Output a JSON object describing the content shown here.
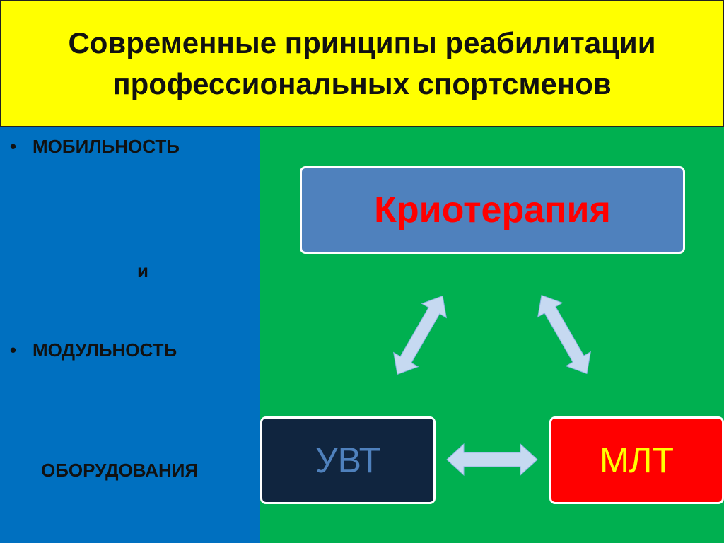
{
  "title": {
    "line1": "Современные принципы реабилитации",
    "line2": "профессиональных спортсменов"
  },
  "left_panel": {
    "bullet1": "МОБИЛЬНОСТЬ",
    "connector": "и",
    "bullet2": "МОДУЛЬНОСТЬ",
    "tail": "ОБОРУДОВАНИЯ",
    "bullet_glyph": "•"
  },
  "diagram": {
    "top_node": "Криотерапия",
    "left_node": "УВТ",
    "right_node": "МЛТ",
    "arrow_icon": "double-headed-arrow"
  },
  "colors": {
    "title_bg": "#ffff00",
    "left_bg": "#0070c0",
    "right_bg": "#00b050",
    "cryo_bg": "#4f81bd",
    "cryo_text": "#ff0000",
    "uvt_bg": "#10253f",
    "uvt_text": "#4f81bd",
    "mlt_bg": "#ff0000",
    "mlt_text": "#ffff00",
    "arrow_fill": "#c6d9f1"
  }
}
